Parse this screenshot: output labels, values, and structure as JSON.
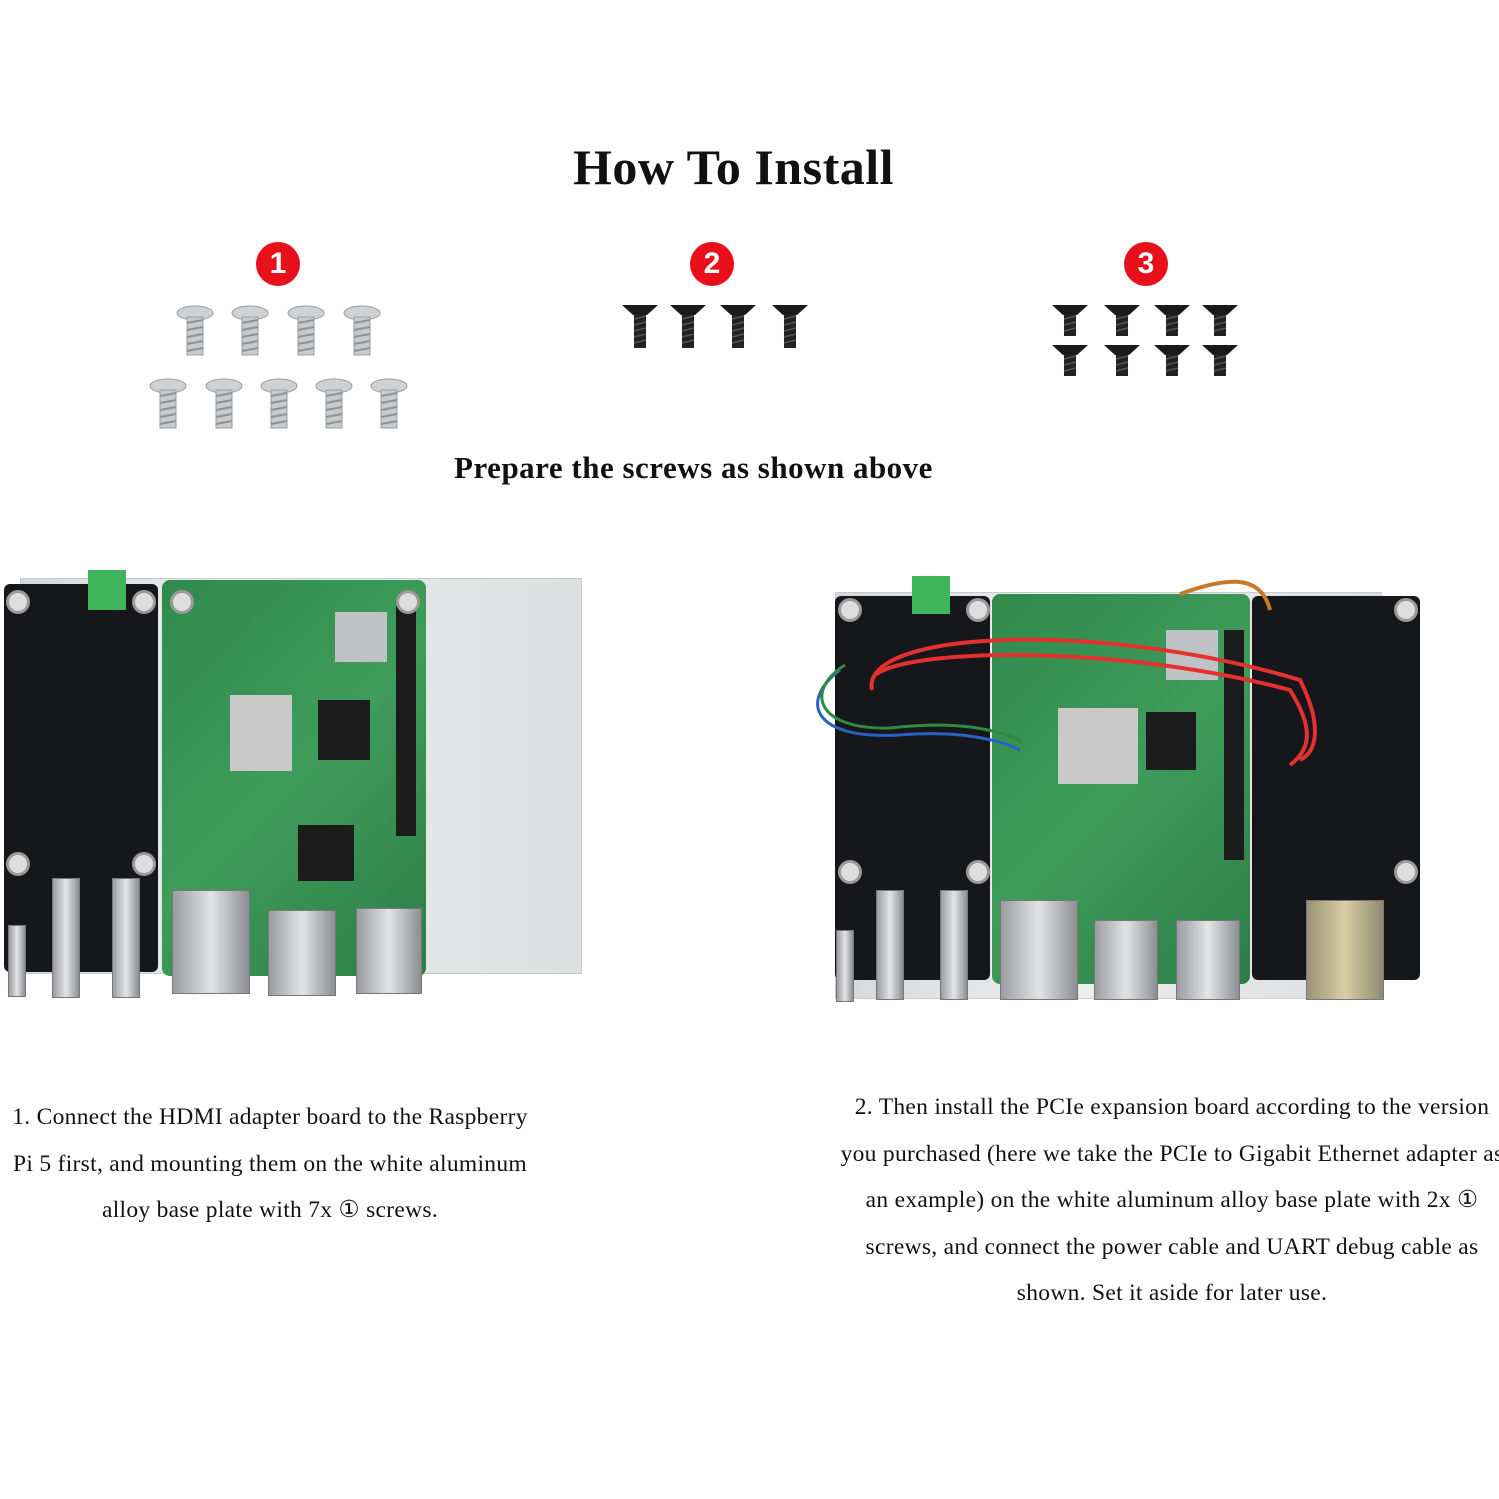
{
  "title": "How To Install",
  "screw_groups": [
    {
      "badge": "1",
      "color": "silver",
      "count": 9
    },
    {
      "badge": "2",
      "color": "black",
      "count": 4
    },
    {
      "badge": "3",
      "color": "black",
      "count": 8
    }
  ],
  "subtitle": "Prepare the screws as shown above",
  "steps": [
    {
      "text": "1. Connect the HDMI adapter board to the Raspberry Pi 5 first, and mounting them on the white aluminum alloy base plate with 7x ① screws."
    },
    {
      "text": "2. Then install the PCIe expansion board according to the version you purchased (here we take the PCIe to Gigabit Ethernet adapter as an example) on the white aluminum alloy base plate with 2x ① screws, and connect the power cable and UART debug cable as shown. Set it aside for later use."
    }
  ],
  "colors": {
    "badge": "#e8101a",
    "board_green": "#3a9656",
    "board_black": "#15171a",
    "plate": "#e4e6e8"
  }
}
